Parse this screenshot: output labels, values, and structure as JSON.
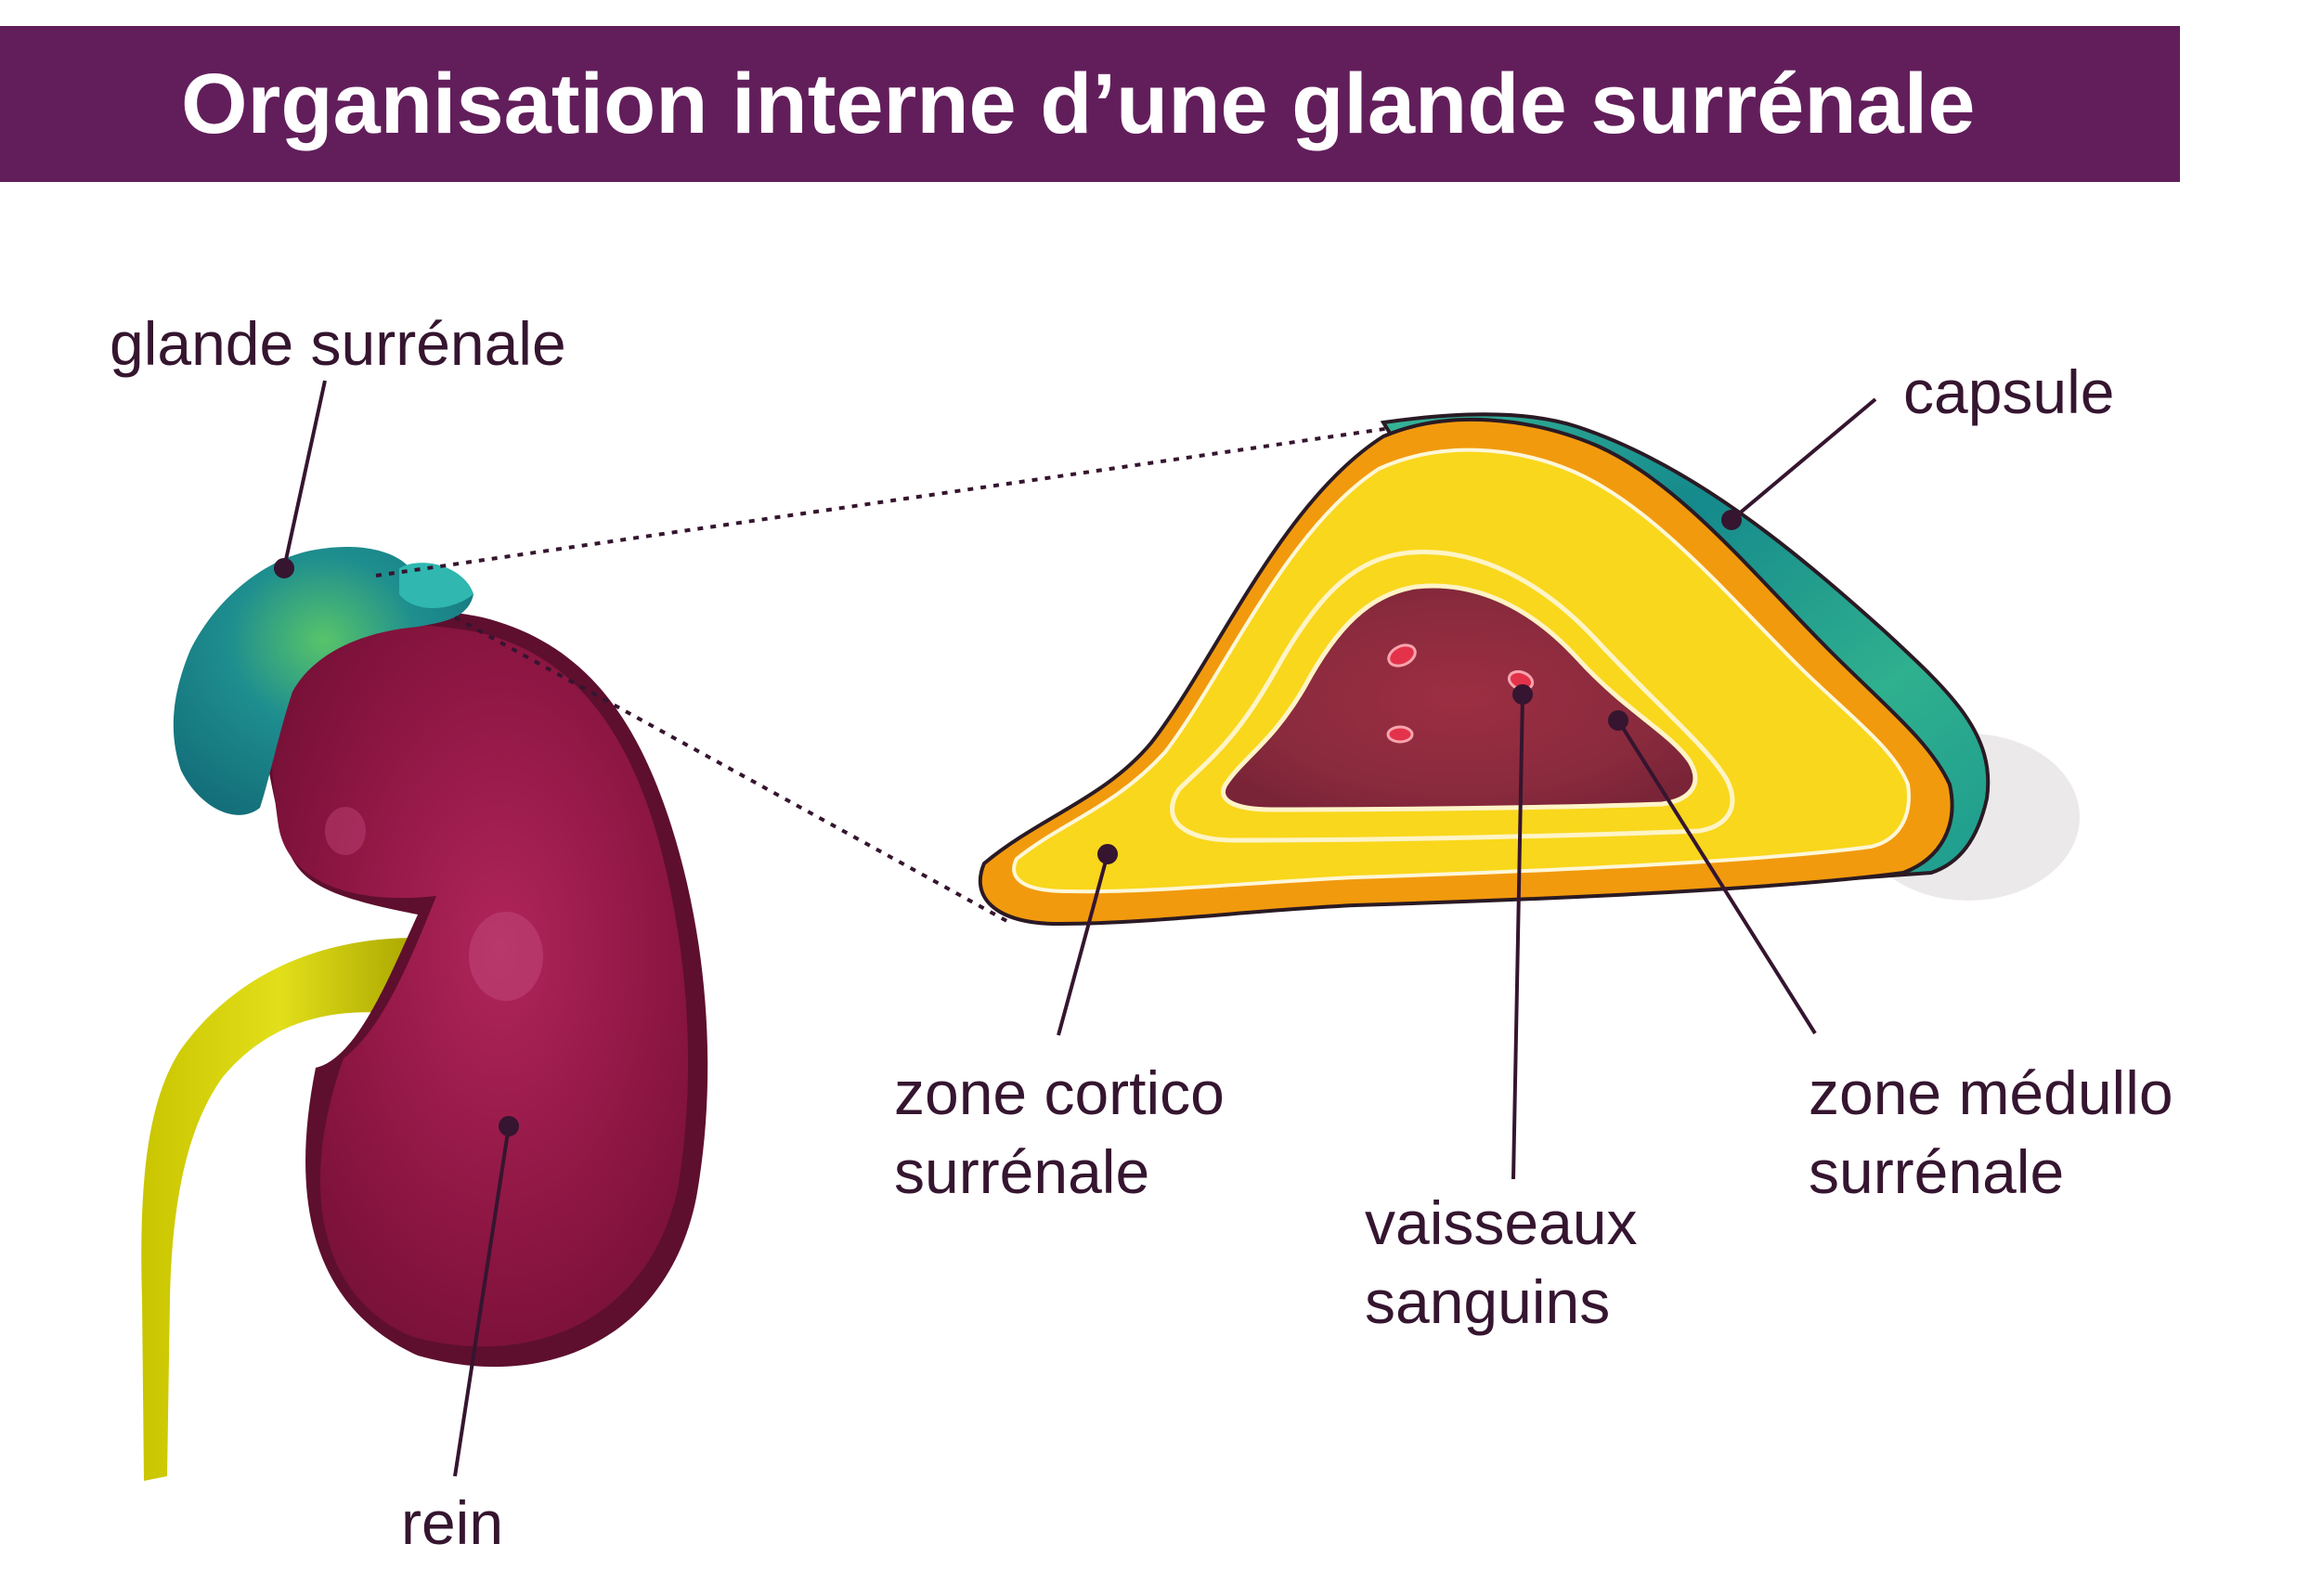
{
  "title": "Organisation interne d’une glande surrénale",
  "labels": {
    "glande": "glande surrénale",
    "capsule": "capsule",
    "rein": "rein",
    "cortico_l1": "zone cortico",
    "cortico_l2": "surrénale",
    "vaisseaux_l1": "vaisseaux",
    "vaisseaux_l2": "sanguins",
    "medullo_l1": "zone médullo",
    "medullo_l2": "surrénale"
  },
  "colors": {
    "title_bar": "#621e5b",
    "kidney": "#8b1541",
    "kidney_shadow": "#5e0f2e",
    "ureter": "#d6d300",
    "gland": "#1f8a8a",
    "capsule": "#2fb08e",
    "cortex_outer": "#f29a0d",
    "cortex": "#f9d71c",
    "medulla": "#8e2a3c",
    "vessel": "#e3324a",
    "line": "#35152f"
  }
}
